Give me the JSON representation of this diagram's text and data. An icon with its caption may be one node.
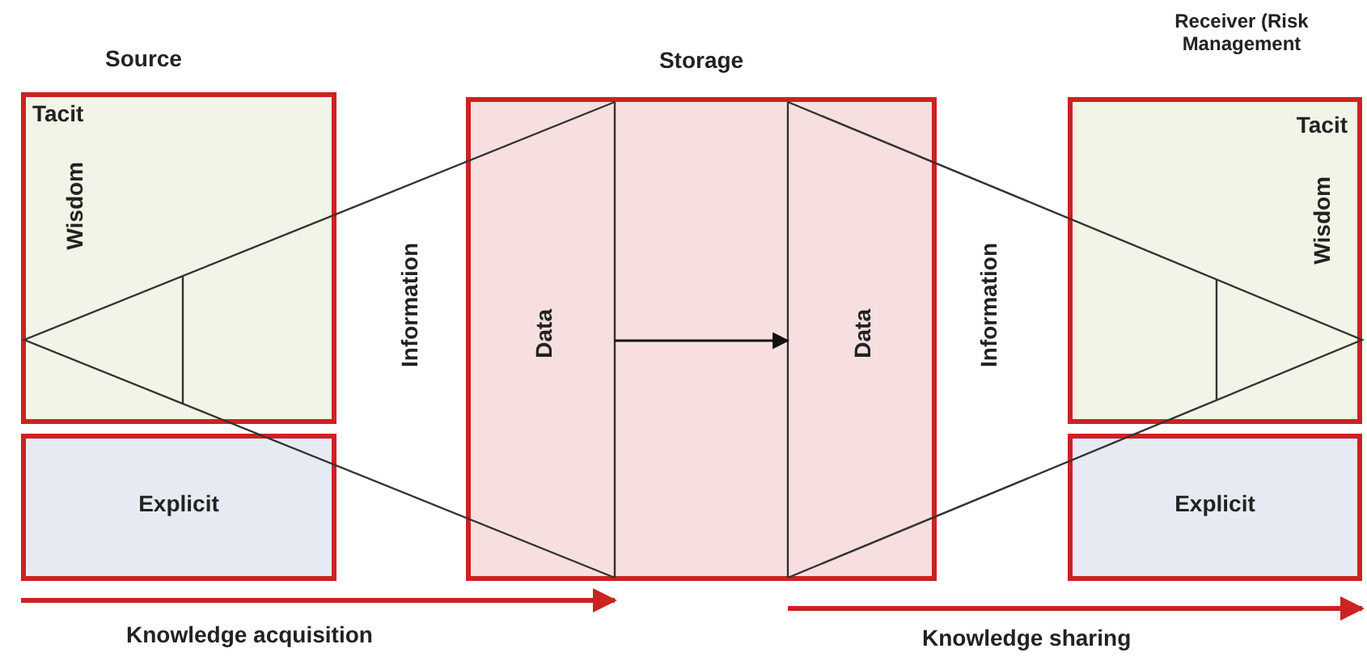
{
  "diagram": {
    "nodes": [
      {
        "text": [
          "Tacit",
          "Wisdom"
        ]
      },
      {
        "text": [
          "Explicit"
        ]
      },
      {
        "text": [
          "Storage"
        ]
      },
      {
        "text": [
          "Data"
        ],
        "in": 2
      },
      {
        "text": [
          "Data"
        ],
        "in": 2
      },
      {
        "text": [
          "Tacit",
          "Wisdom"
        ]
      },
      {
        "text": [
          "Explicit"
        ]
      }
    ],
    "edges": [
      {
        "from": 3,
        "to": 4,
        "arrow": "to"
      }
    ],
    "labels": [
      "Source",
      "Receiver (Risk Management",
      "Information",
      "Information",
      "Knowledge acquisition",
      "Knowledge sharing"
    ]
  }
}
